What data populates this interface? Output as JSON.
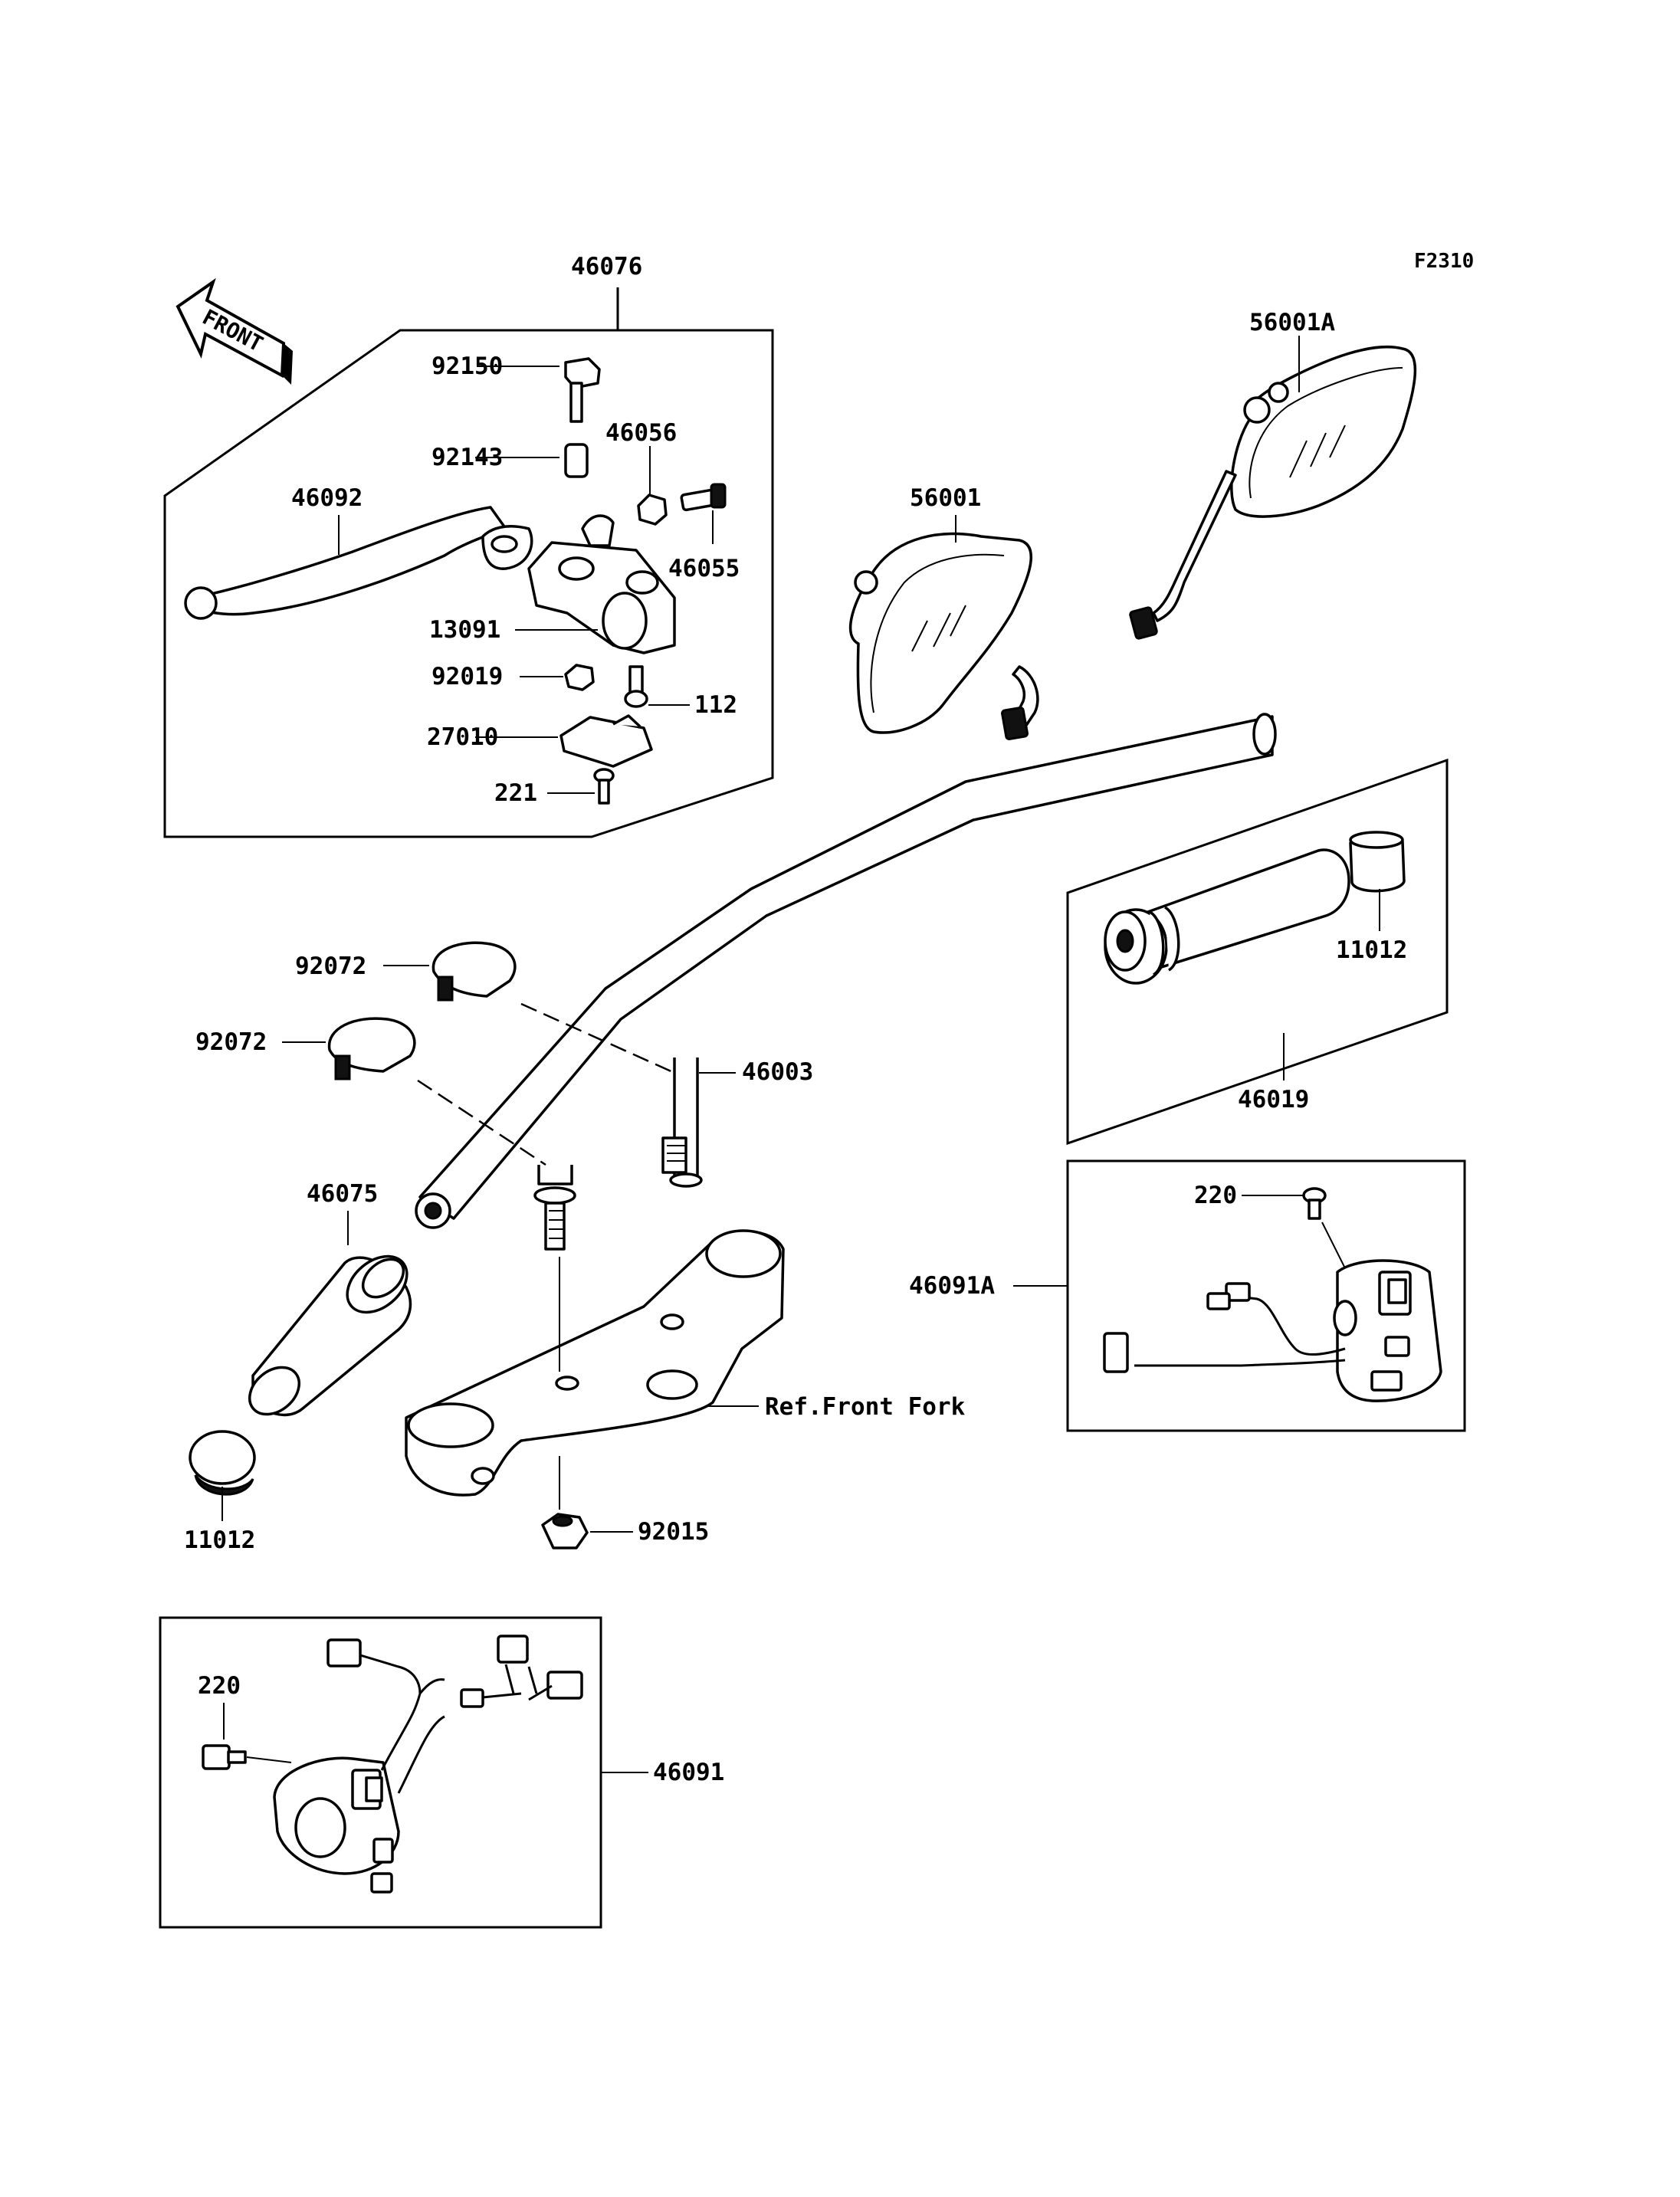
{
  "figure_code": "F2310",
  "front_arrow": {
    "label": "FRONT",
    "icon": "front-arrow-icon"
  },
  "groups": {
    "brake_lever_assembly": "46076",
    "throttle_grip_assembly": "46019",
    "right_switch_assembly": "46091A",
    "left_switch_assembly": "46091"
  },
  "parts": {
    "bolt_top": "92150",
    "collar": "92143",
    "nut_adjuster": "46056",
    "adjuster": "46055",
    "brake_lever": "46092",
    "lever_holder": "13091",
    "nut": "92019",
    "screw_112": "112",
    "stop_switch": "27010",
    "screw_221": "221",
    "mirror_left": "56001",
    "mirror_right": "56001A",
    "clamp_upper": "92072",
    "clamp_lower": "92072",
    "handlebar": "46003",
    "left_grip": "46075",
    "bar_end_left": "11012",
    "bar_end_right": "11012",
    "screw_right_switch": "220",
    "screw_left_switch": "220",
    "fork_nut": "92015"
  },
  "reference_text": "Ref.Front Fork"
}
